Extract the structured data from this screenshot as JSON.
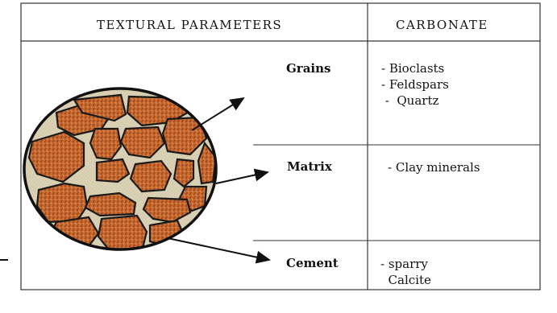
{
  "table": {
    "header_left": "TEXTURAL PARAMETERS",
    "header_right": "CARBONATE",
    "rows": [
      {
        "label": "Grains",
        "items": [
          "- Bioclasts",
          "- Feldspars",
          " -  Quartz"
        ]
      },
      {
        "label": "Matrix",
        "items": [
          "- Clay minerals"
        ]
      },
      {
        "label": "Cement",
        "items": [
          "- sparry",
          "  Calcite"
        ]
      }
    ]
  },
  "colors": {
    "grain_fill": "#c8652a",
    "grain_dots": "#8a3210",
    "matrix_fill": "#d8cdb0",
    "line": "#111111"
  }
}
